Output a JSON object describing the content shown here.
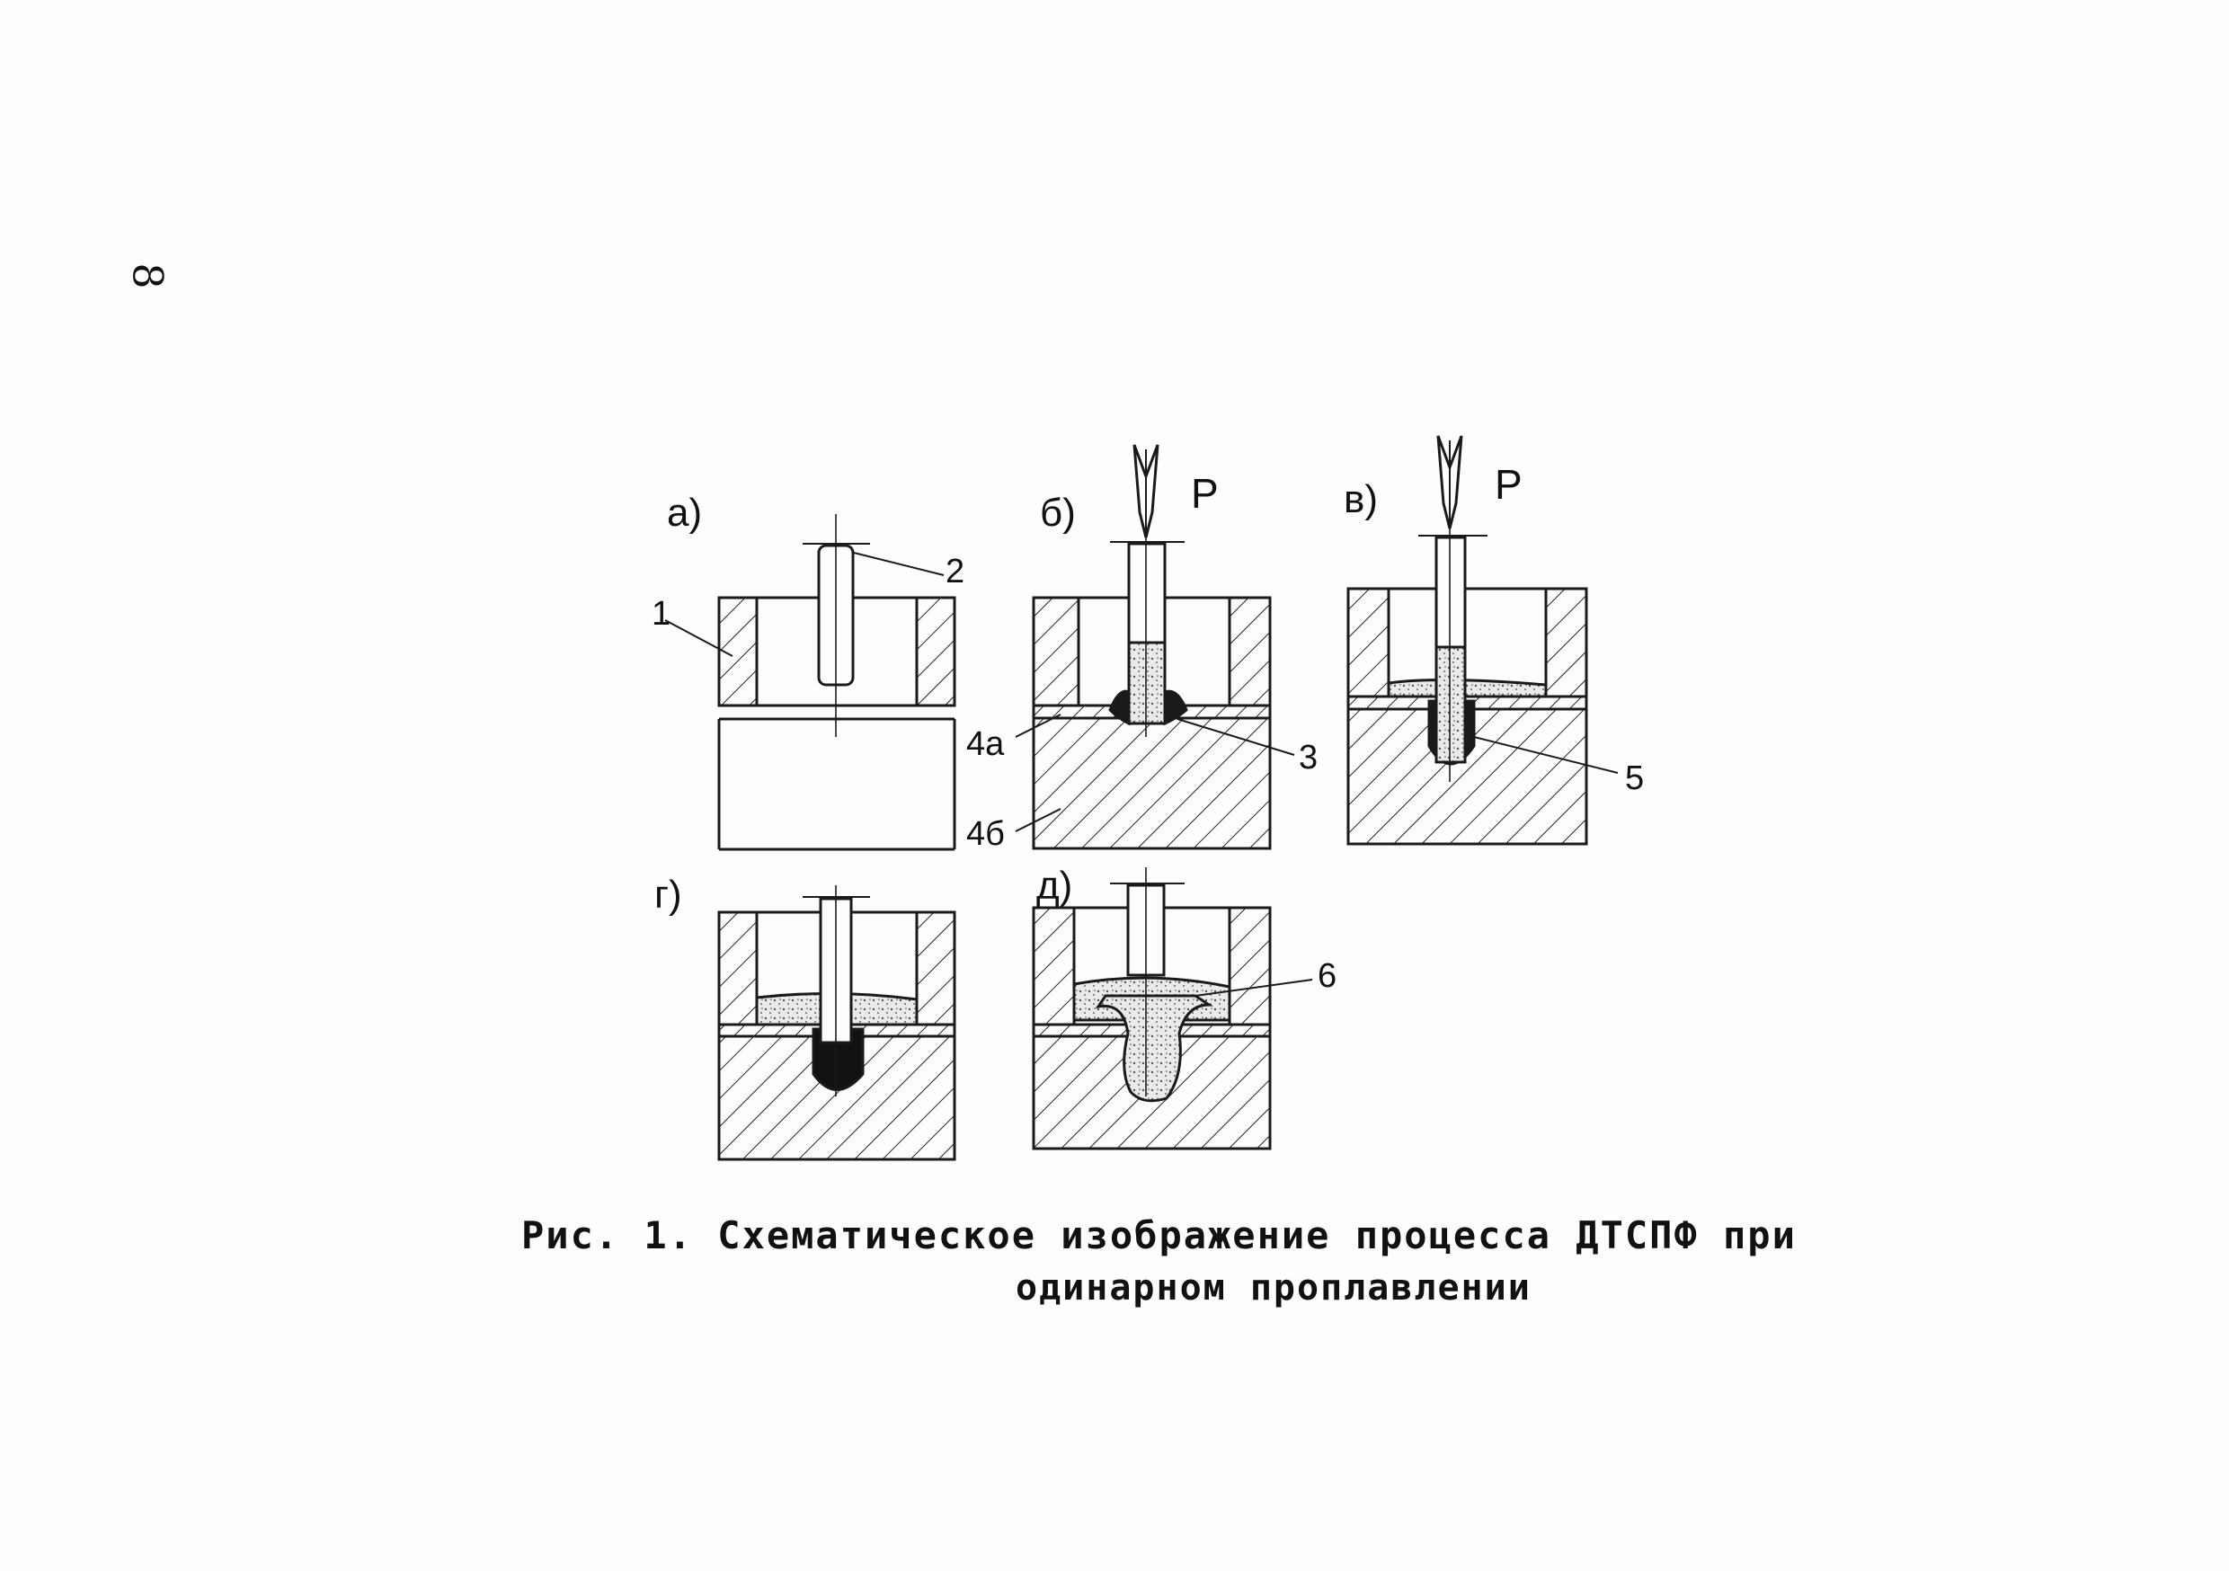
{
  "page": {
    "number": "8"
  },
  "figure": {
    "panels": [
      {
        "label": "а)",
        "parts": [
          "1",
          "2"
        ]
      },
      {
        "label": "б)",
        "force": "P",
        "parts": [
          "4а",
          "4б",
          "3"
        ]
      },
      {
        "label": "в)",
        "force": "P",
        "parts": [
          "5"
        ]
      },
      {
        "label": "г)",
        "parts": []
      },
      {
        "label": "д)",
        "parts": [
          "6"
        ]
      }
    ]
  },
  "caption": {
    "line1": "Рис. 1. Схематическое изображение процесса ДТСПФ при",
    "line2": "одинарном проплавлении"
  }
}
